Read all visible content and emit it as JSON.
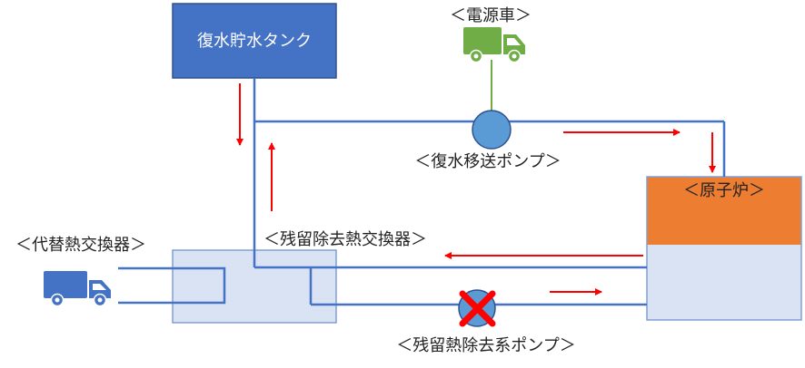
{
  "labels": {
    "power_truck": "＜電源車＞",
    "condensate_tank": "復水貯水タンク",
    "condensate_transfer_pump": "＜復水移送ポンプ＞",
    "reactor": "＜原子炉＞",
    "rhr_heat_exchanger": "＜残留除去熱交換器＞",
    "alternate_heat_exchanger": "＜代替熱交換器＞",
    "rhr_pump": "＜残留熱除去系ポンプ＞"
  },
  "icons": {
    "power_truck": "truck-icon",
    "alternate_truck": "truck-icon",
    "rhr_pump_mark": "cross-icon"
  },
  "colors": {
    "tank_fill": "#4472C4",
    "tank_border": "#2F528F",
    "pipe": "#4472C4",
    "flow_arrow": "#FF0000",
    "power_line": "#70AD47",
    "power_truck": "#70AD47",
    "alternate_truck": "#4472C4",
    "pump_fill": "#5B9BD5",
    "pump_border": "#2F528F",
    "reactor_top": "#ED7D31",
    "reactor_bottom": "#DAE3F3",
    "box_border": "#7F9FD5",
    "exchanger_fill": "#DAE3F3",
    "cross": "#FF0000"
  }
}
